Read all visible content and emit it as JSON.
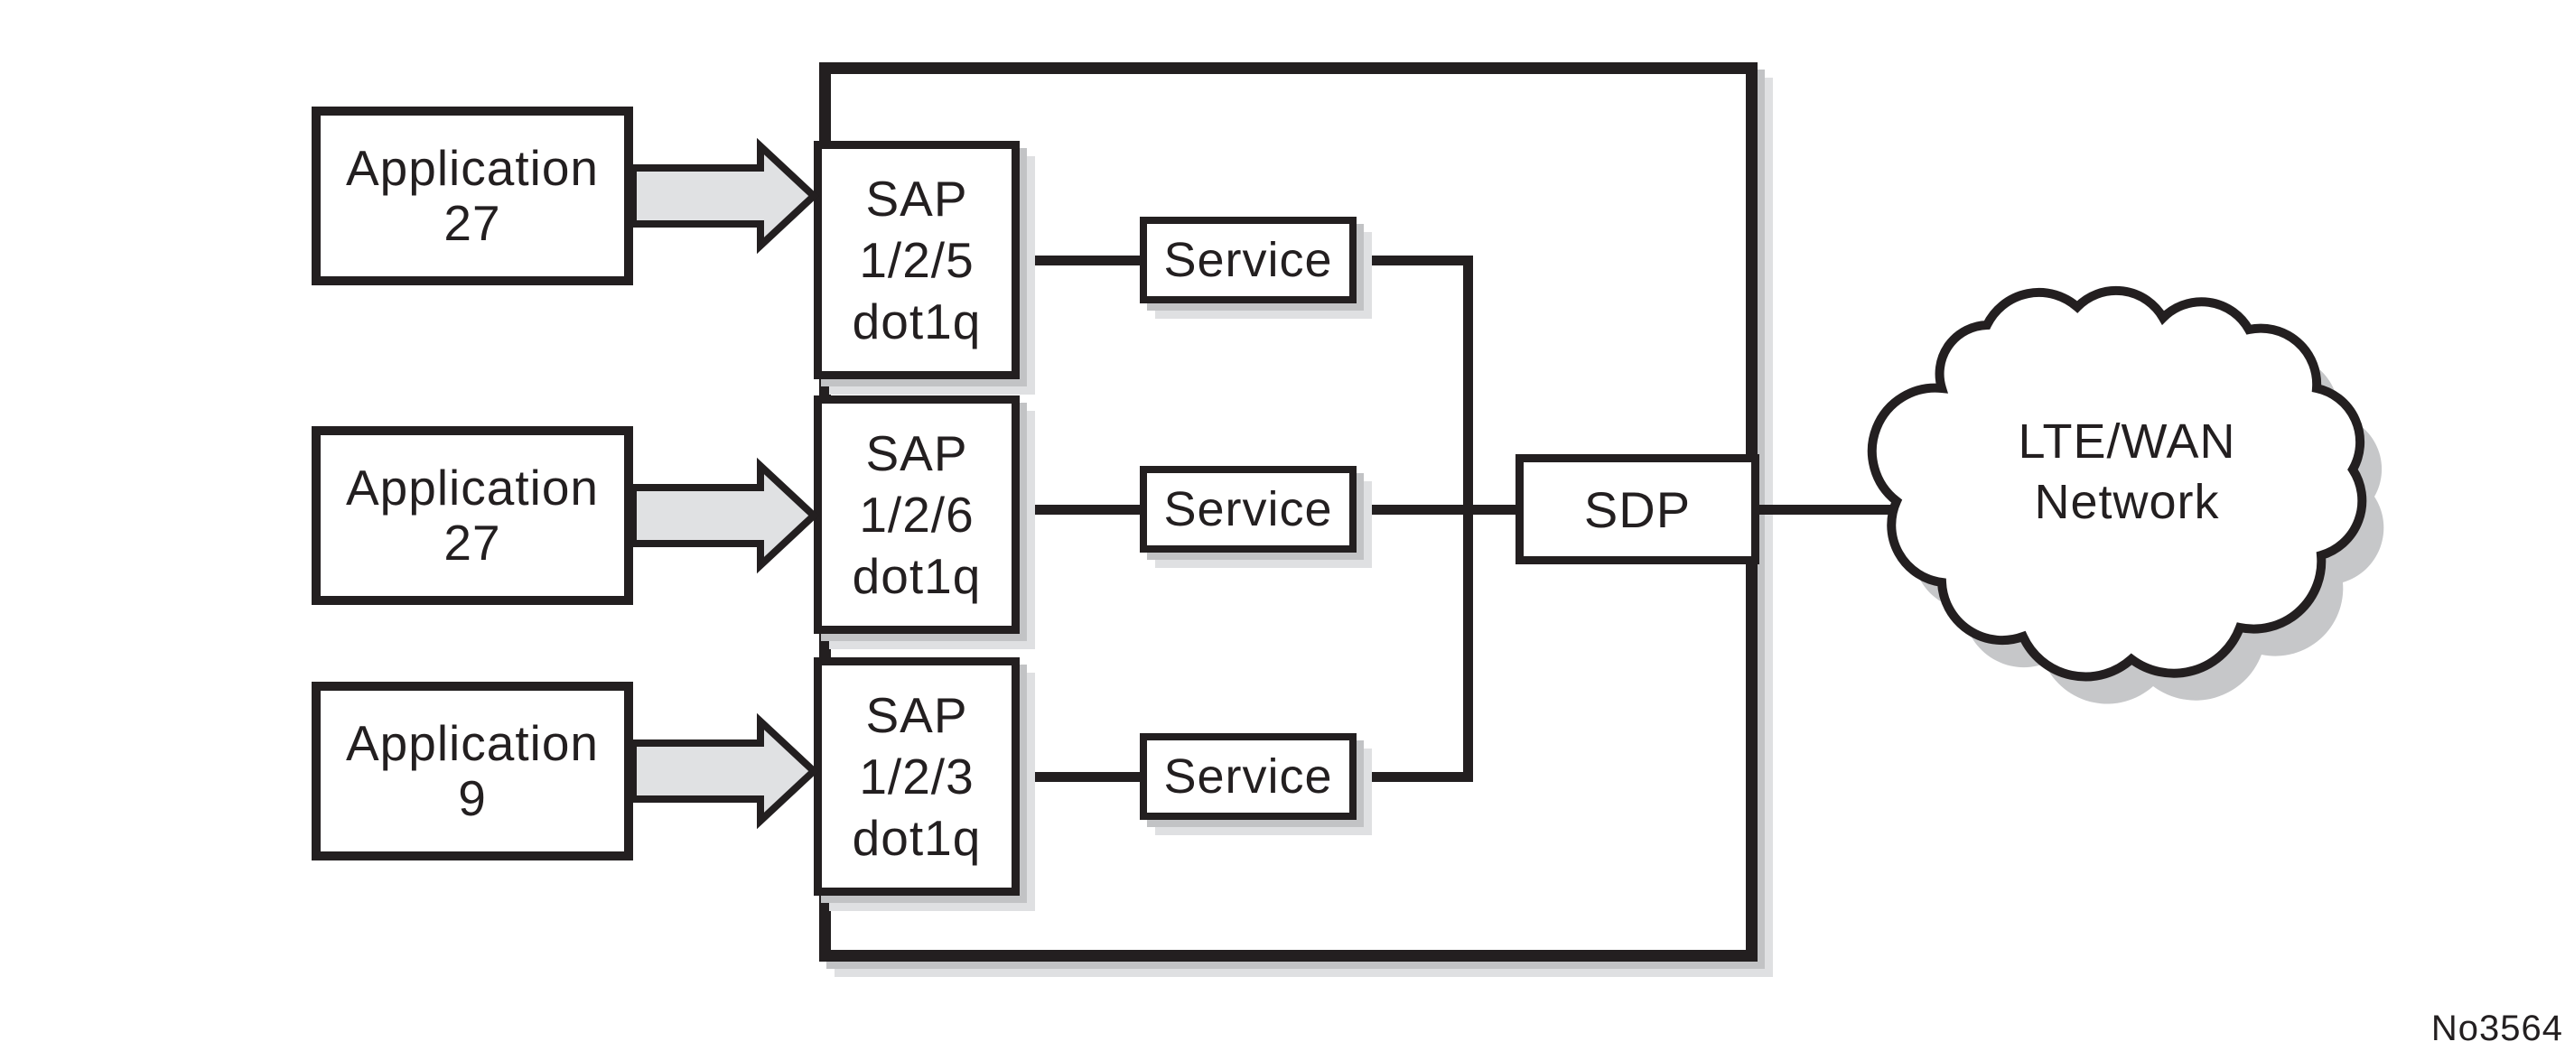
{
  "diagram": {
    "applications": [
      {
        "name": "Application",
        "id": "27"
      },
      {
        "name": "Application",
        "id": "27"
      },
      {
        "name": "Application",
        "id": "9"
      }
    ],
    "saps": [
      {
        "label": "SAP",
        "port": "1/2/5",
        "encap": "dot1q"
      },
      {
        "label": "SAP",
        "port": "1/2/6",
        "encap": "dot1q"
      },
      {
        "label": "SAP",
        "port": "1/2/3",
        "encap": "dot1q"
      }
    ],
    "services": [
      {
        "label": "Service"
      },
      {
        "label": "Service"
      },
      {
        "label": "Service"
      }
    ],
    "sdp": {
      "label": "SDP"
    },
    "cloud": {
      "line1": "LTE/WAN",
      "line2": "Network"
    },
    "figure_number": "No3564",
    "colors": {
      "ink": "#231f20",
      "arrow_fill": "#e0e1e3",
      "shadow_dark": "#c2c3c5",
      "shadow_light": "#dfe0e2",
      "cloud_shadow": "#c6c7c9",
      "background": "#ffffff"
    }
  }
}
